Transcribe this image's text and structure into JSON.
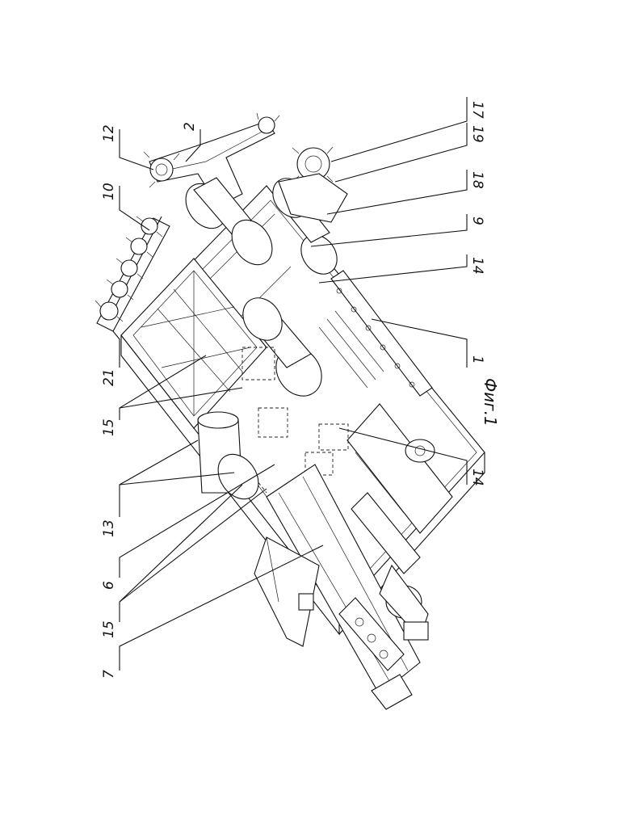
{
  "figure": {
    "caption": "Фиг.1",
    "callouts": [
      {
        "id": "c12",
        "label": "12"
      },
      {
        "id": "c2",
        "label": "2"
      },
      {
        "id": "c10",
        "label": "10"
      },
      {
        "id": "c21",
        "label": "21"
      },
      {
        "id": "c15a",
        "label": "15"
      },
      {
        "id": "c13",
        "label": "13"
      },
      {
        "id": "c6",
        "label": "6"
      },
      {
        "id": "c15b",
        "label": "15"
      },
      {
        "id": "c7",
        "label": "7"
      },
      {
        "id": "c17",
        "label": "17"
      },
      {
        "id": "c19",
        "label": "19"
      },
      {
        "id": "c18",
        "label": "18"
      },
      {
        "id": "c9",
        "label": "9"
      },
      {
        "id": "c14a",
        "label": "14"
      },
      {
        "id": "c1",
        "label": "1"
      },
      {
        "id": "c14b",
        "label": "14"
      }
    ]
  }
}
